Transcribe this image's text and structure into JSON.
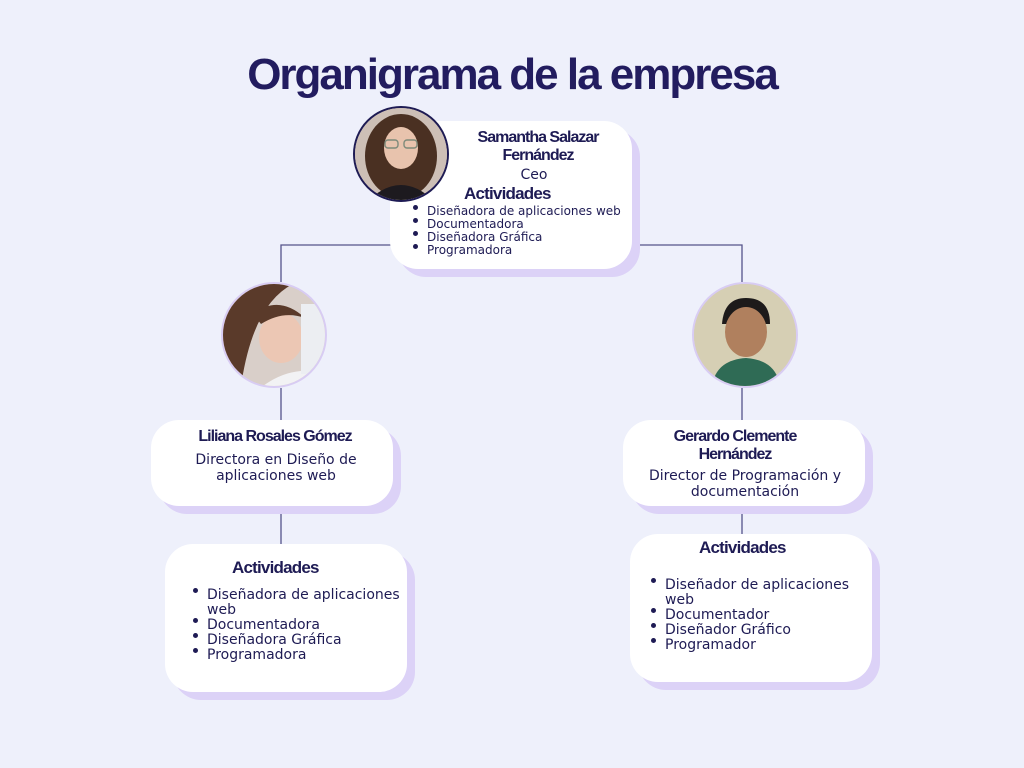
{
  "title": "Organigrama de la empresa",
  "ceo": {
    "name": "Samantha Salazar Fernández",
    "role": "Ceo",
    "activities_title": "Actividades",
    "activities": [
      "Diseñadora de aplicaciones web",
      "Documentadora",
      "Diseñadora Gráfica",
      "Programadora"
    ]
  },
  "left": {
    "name": "Liliana Rosales Gómez",
    "role": "Directora en Diseño de aplicaciones web",
    "activities_title": "Actividades",
    "activities": [
      "Diseñadora de aplicaciones web",
      "Documentadora",
      "Diseñadora Gráfica",
      "Programadora"
    ]
  },
  "right": {
    "name": "Gerardo Clemente Hernández",
    "role": "Director de Programación y documentación",
    "activities_title": "Actividades",
    "activities": [
      "Diseñador de aplicaciones web",
      "Documentador",
      "Diseñador Gráfico",
      "Programador"
    ]
  },
  "colors": {
    "background": "#eef0fb",
    "text": "#1e1b54",
    "card_shadow": "#dcd2f7",
    "connector": "#55548a"
  }
}
